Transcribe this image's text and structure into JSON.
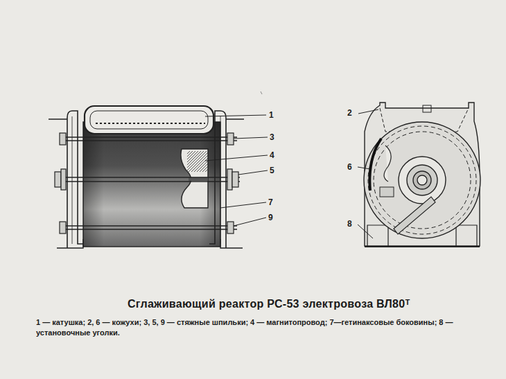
{
  "diagram": {
    "title": "Сглаживающий реактор РС-53 электровоза ВЛ80ᵀ",
    "caption": "1 — катушка; 2, 6 — кожухи; 3, 5, 9 — стяжные шпильки; 4 — магнитопровод; 7—гетинаксовые боковины; 8 —установочные уголки.",
    "labels": [
      "1",
      "3",
      "4",
      "5",
      "7",
      "9",
      "2",
      "6",
      "8"
    ]
  }
}
